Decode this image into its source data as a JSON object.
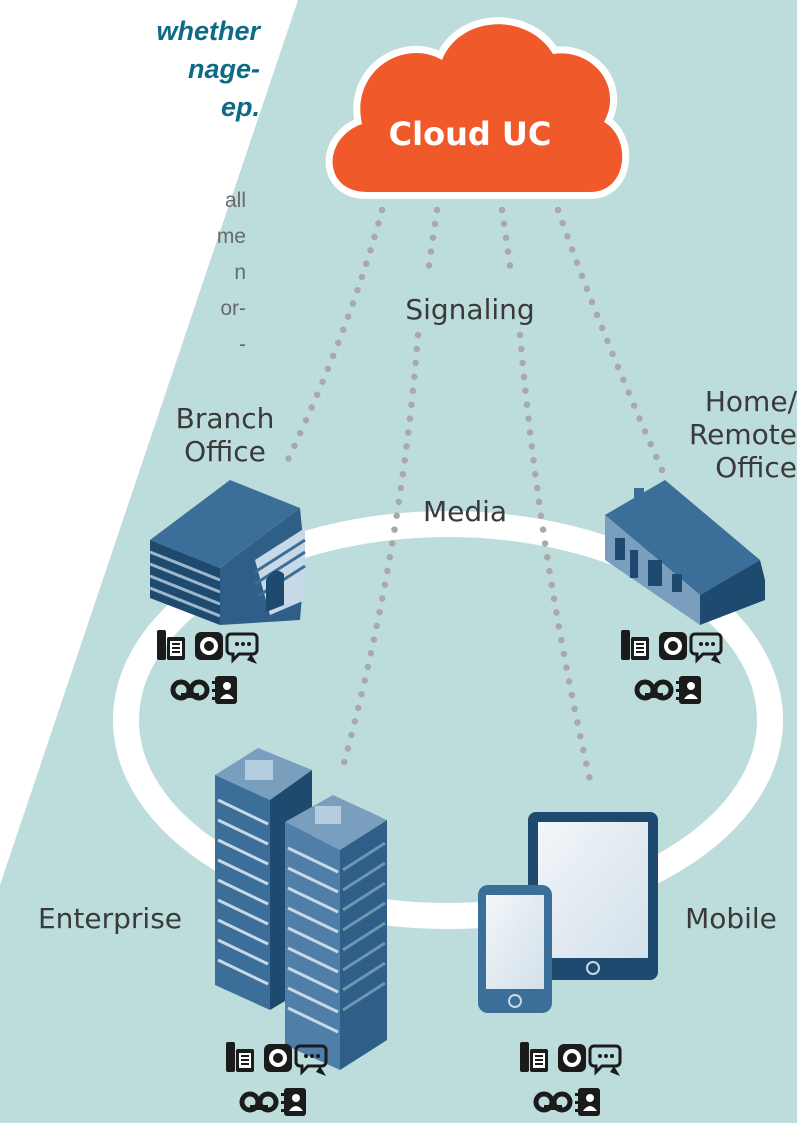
{
  "intro": {
    "heading_lines": [
      "whether",
      "nage-",
      "ep."
    ],
    "body_lines": [
      "all",
      "me",
      "n",
      "or-",
      "-"
    ]
  },
  "cloud": {
    "label": "Cloud UC",
    "color": "#f0592a"
  },
  "labels": {
    "signaling": "Signaling",
    "media": "Media",
    "branch_office": "Branch\nOffice",
    "home_office": "Home/\nRemote\nOffice",
    "enterprise": "Enterprise",
    "mobile": "Mobile"
  },
  "colors": {
    "background_panel": "#bddcdc",
    "ring": "#ffffff",
    "dotted_line": "#a9a9a9",
    "building_dark": "#1f4a70",
    "building_mid": "#3b6e98",
    "building_light": "#c7d8e6",
    "heading": "#0e6b86",
    "icon": "#1b1b1b"
  },
  "icon_names": [
    "desk-phone-icon",
    "conference-phone-icon",
    "chat-icon",
    "voicemail-icon",
    "contacts-icon"
  ]
}
